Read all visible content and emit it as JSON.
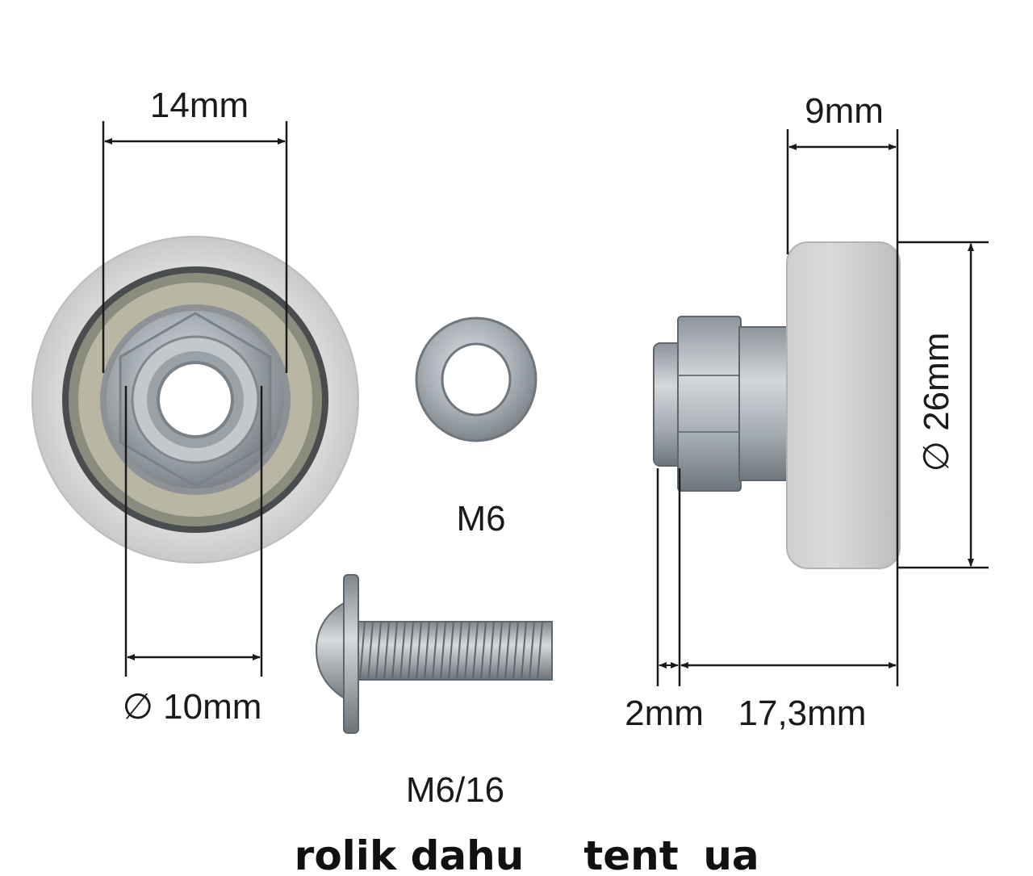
{
  "labels": {
    "front_width": "14mm",
    "bore_diameter": "∅ 10mm",
    "washer": "M6",
    "bolt": "M6/16",
    "wheel_width": "9mm",
    "wheel_diameter": "∅ 26mm",
    "flange": "2mm",
    "total_length": "17,3mm"
  },
  "footer": {
    "brand": "rolik dahu",
    "site_part1": "tent",
    "site_part2": "ua"
  },
  "colors": {
    "line": "#1a1a1a",
    "wheel": "#d9d9d7",
    "wheel_shade": "#c4c4c2",
    "metal": "#a9b0b6",
    "metal_dark": "#6f767c"
  }
}
